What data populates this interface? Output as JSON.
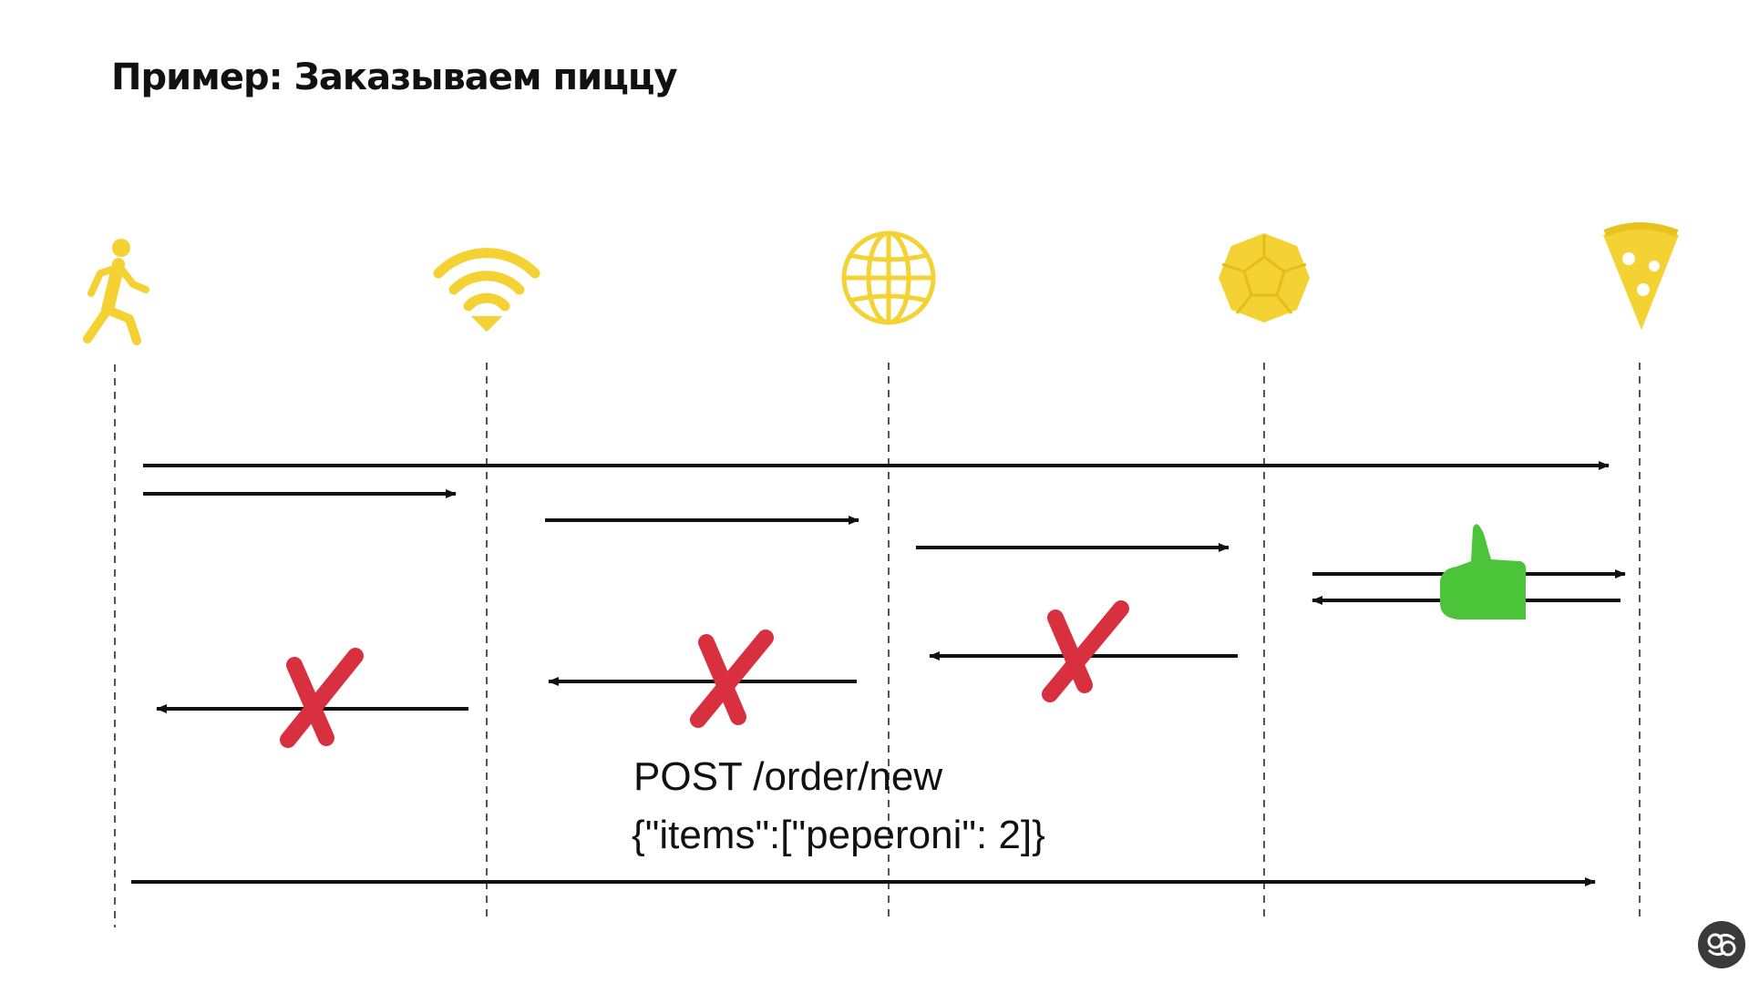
{
  "slide": {
    "title": "Пример: Заказываем пиццу"
  },
  "participants": [
    {
      "id": "person",
      "icon": "person-walking-icon"
    },
    {
      "id": "wifi",
      "icon": "wifi-icon"
    },
    {
      "id": "internet",
      "icon": "globe-icon"
    },
    {
      "id": "server",
      "icon": "dodecahedron-icon"
    },
    {
      "id": "pizzeria",
      "icon": "pizza-slice-icon"
    }
  ],
  "messages": [
    {
      "from": "person",
      "to": "pizzeria",
      "direction": "forward",
      "status": "ok"
    },
    {
      "from": "person",
      "to": "wifi",
      "direction": "forward",
      "status": "ok"
    },
    {
      "from": "wifi",
      "to": "internet",
      "direction": "forward",
      "status": "ok"
    },
    {
      "from": "internet",
      "to": "server",
      "direction": "forward",
      "status": "ok"
    },
    {
      "from": "server",
      "to": "pizzeria",
      "direction": "forward",
      "status": "ok"
    },
    {
      "from": "pizzeria",
      "to": "server",
      "direction": "back",
      "status": "ok",
      "mark": "thumbs-up-icon"
    },
    {
      "from": "server",
      "to": "internet",
      "direction": "back",
      "status": "failed",
      "mark": "cross-icon"
    },
    {
      "from": "internet",
      "to": "wifi",
      "direction": "back",
      "status": "failed",
      "mark": "cross-icon"
    },
    {
      "from": "wifi",
      "to": "person",
      "direction": "back",
      "status": "failed",
      "mark": "cross-icon"
    },
    {
      "from": "person",
      "to": "pizzeria",
      "direction": "forward",
      "status": "ok"
    }
  ],
  "request": {
    "line1": "POST /order/new",
    "line2": "{\"items\":[\"peperoni\": 2]}"
  },
  "colors": {
    "icon_yellow": "#f5d233",
    "cross_red": "#d9303f",
    "thumb_green": "#4cc43a",
    "arrow_black": "#111111"
  },
  "logo": {
    "icon": "brand-logo-icon"
  }
}
